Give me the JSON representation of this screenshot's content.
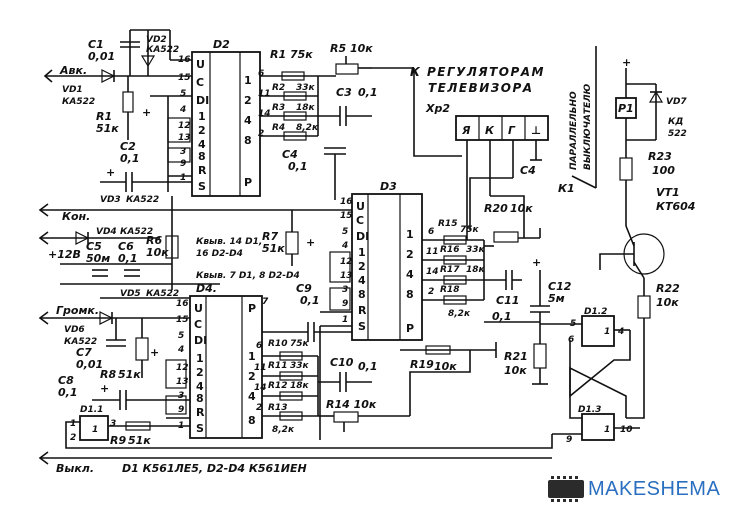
{
  "diagram": {
    "chips": {
      "d1_1": "D1.1",
      "d1_2": "D1.2",
      "d1_3": "D1.3",
      "d2": "D2",
      "d3": "D3",
      "d4": "D4."
    },
    "pins": {
      "u": "U",
      "c": "C",
      "di": "DI",
      "r": "R",
      "s": "S",
      "p": "P",
      "n1": "1",
      "n2": "2",
      "n3": "3",
      "n4": "4",
      "n5": "5",
      "n6": "6",
      "n7": "7",
      "n8": "8",
      "n9": "9",
      "n10": "10",
      "n11": "11",
      "n12": "12",
      "n13": "13",
      "n14": "14",
      "n15": "15",
      "n16": "16"
    },
    "inputs": {
      "avk": "Авк.",
      "kon": "Кон.",
      "gromk": "Громк.",
      "vykl": "Выкл.",
      "plus12": "+12В"
    },
    "components": {
      "c1": "С1",
      "c1v": "0,01",
      "vd2": "VD2",
      "vd2t": "КА522",
      "vd1": "VD1",
      "vd1t": "КА522",
      "r1": "R1",
      "r1v": "51к",
      "c2": "С2",
      "c2v": "0,1",
      "r1_d2": "R1 75к",
      "r2": "R2",
      "r2v": "33к",
      "r3": "R3",
      "r3v": "18к",
      "r4": "R4",
      "r4v": "8,2к",
      "r5": "R5 10к",
      "c3": "С3",
      "c3v": "0,1",
      "c4": "С4",
      "c4v": "0,1",
      "vd3": "VD3",
      "vd3t": "КА522",
      "vd4": "VD4",
      "vd4t": "КА522",
      "vd5": "VD5",
      "vd5t": "КА522",
      "c5": "С5",
      "c5v": "50м",
      "c6": "С6",
      "c6v": "0,1",
      "r6": "R6",
      "r6v": "10к",
      "note1": "Квыв. 14 D1,",
      "note2": "16 D2-D4",
      "note3": "Квыв. 7 D1, 8 D2-D4",
      "r7": "R7",
      "r7v": "51к",
      "vd6": "VD6",
      "vd6t": "КА522",
      "c7": "С7",
      "c7v": "0,01",
      "r8": "R8",
      "r8v": "51к",
      "c8": "С8",
      "c8v": "0,1",
      "r9": "R9",
      "r9v": "51к",
      "c9": "С9",
      "c9v": "0,1",
      "r10": "R10",
      "r10v": "75к",
      "r11": "R11",
      "r11v": "33к",
      "r12": "R12",
      "r12v": "18к",
      "r13": "R13",
      "r13v": "8,2к",
      "c10": "С10",
      "c10v": "0,1",
      "r14": "R14 10к",
      "r15": "R15",
      "r15v": "75к",
      "r16": "R16",
      "r16v": "33к",
      "r17": "R17",
      "r17v": "18к",
      "r18": "R18",
      "r18v": "8,2к",
      "r20": "R20",
      "r20v": "10к",
      "c11": "С11",
      "c11v": "0,1",
      "c12": "С12",
      "c12v": "5м",
      "r19": "R19",
      "r19v": "10к",
      "r21": "R21",
      "r21v": "10к",
      "xp2": "Хр2",
      "xp2pins": [
        "Я",
        "К",
        "Г",
        "⊥"
      ],
      "k1": "К1",
      "vd7": "VD7",
      "vd7t": "КД",
      "vd7t2": "522",
      "r23": "R23",
      "r23v": "100",
      "vt1": "VT1",
      "vt1t": "КТ604",
      "r22": "R22",
      "r22v": "10к",
      "p1": "P1",
      "reg_title": "К РЕГУЛЯТОРАМ",
      "reg_title2": "ТЕЛЕВИЗОРА",
      "vert1": "ПАРАЛЛЕЛЬНО",
      "vert2": "ВЫКЛЮЧАТЕЛЮ"
    },
    "footer": "D1 К561ЛЕ5, D2-D4 К561ИЕН"
  },
  "logo": {
    "text": "MAKESHEMA"
  }
}
